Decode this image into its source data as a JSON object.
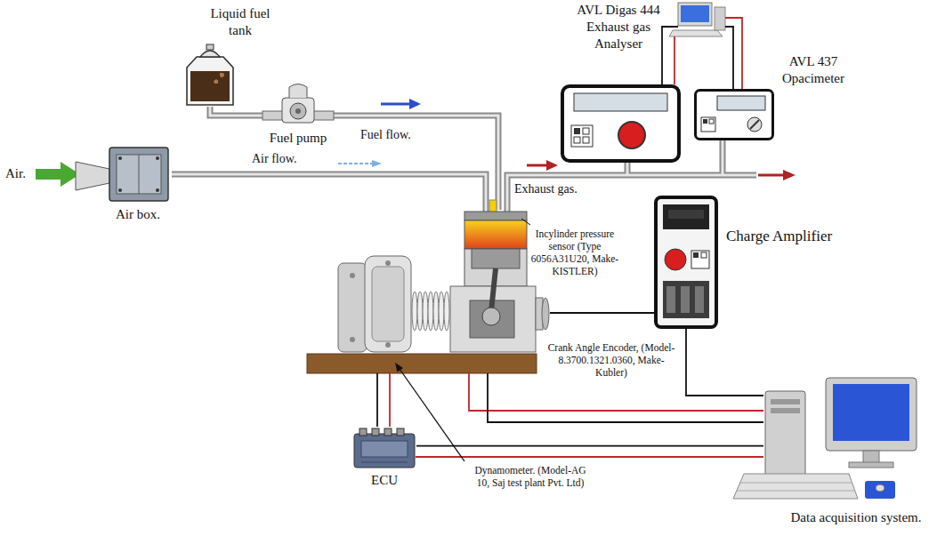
{
  "diagram": {
    "nodes": [
      {
        "text": [
          "Liquid fuel tank"
        ]
      },
      {
        "text": [
          "Fuel pump"
        ]
      },
      {
        "text": [
          "Air box."
        ]
      },
      {
        "text": [
          "AVL Digas 444 Exhaust gas Analyser"
        ]
      },
      {
        "text": [
          "AVL 437 Opacimeter"
        ]
      },
      {
        "text": [
          "Charge Amplifier"
        ]
      },
      {
        "text": [
          "ECU"
        ]
      },
      {
        "text": [
          "Data acquisition system."
        ]
      }
    ],
    "edges": [
      {
        "from": 0,
        "to": 1,
        "arrow": "none"
      },
      {
        "from": 5,
        "to": 7,
        "arrow": "none"
      },
      {
        "from": 6,
        "to": 7,
        "arrow": "none"
      }
    ],
    "labels": [
      "Air.",
      "Air flow.",
      "Fuel flow.",
      "Exhaust gas.",
      "Incylinder pressure sensor (Type 6056A31U20, Make-KISTLER)",
      "Crank Angle Encoder, (Model- 8.3700.1321.0360, Make- Kubler)",
      "Dynamometer. (Model-AG 10, Saj test plant Pvt. Ltd)"
    ]
  }
}
